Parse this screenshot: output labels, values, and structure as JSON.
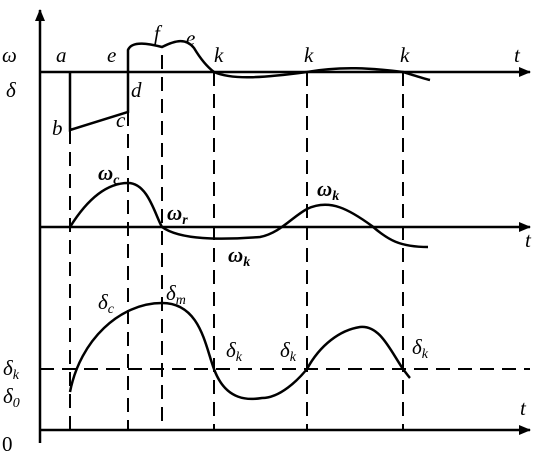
{
  "figure": {
    "origin_label": "0",
    "time_axis_label": "t",
    "top_panel": {
      "omega_axis_label": "ω",
      "delta_axis_label": "δ",
      "point_labels": {
        "a": "a",
        "b": "b",
        "c": "c",
        "d": "d",
        "e1": "e",
        "e2": "e",
        "f": "f",
        "k1": "k",
        "k2": "k",
        "k3": "k"
      }
    },
    "middle_panel": {
      "omega": "ω",
      "omega_c_sub": "c",
      "omega_r_sub": "r",
      "omega_k1_sub": "k",
      "omega_k2_sub": "k"
    },
    "bottom_panel": {
      "delta": "δ",
      "delta_c_sub": "c",
      "delta_m_sub": "m",
      "delta_k_sub": "k",
      "delta_0_sub": "0"
    }
  }
}
